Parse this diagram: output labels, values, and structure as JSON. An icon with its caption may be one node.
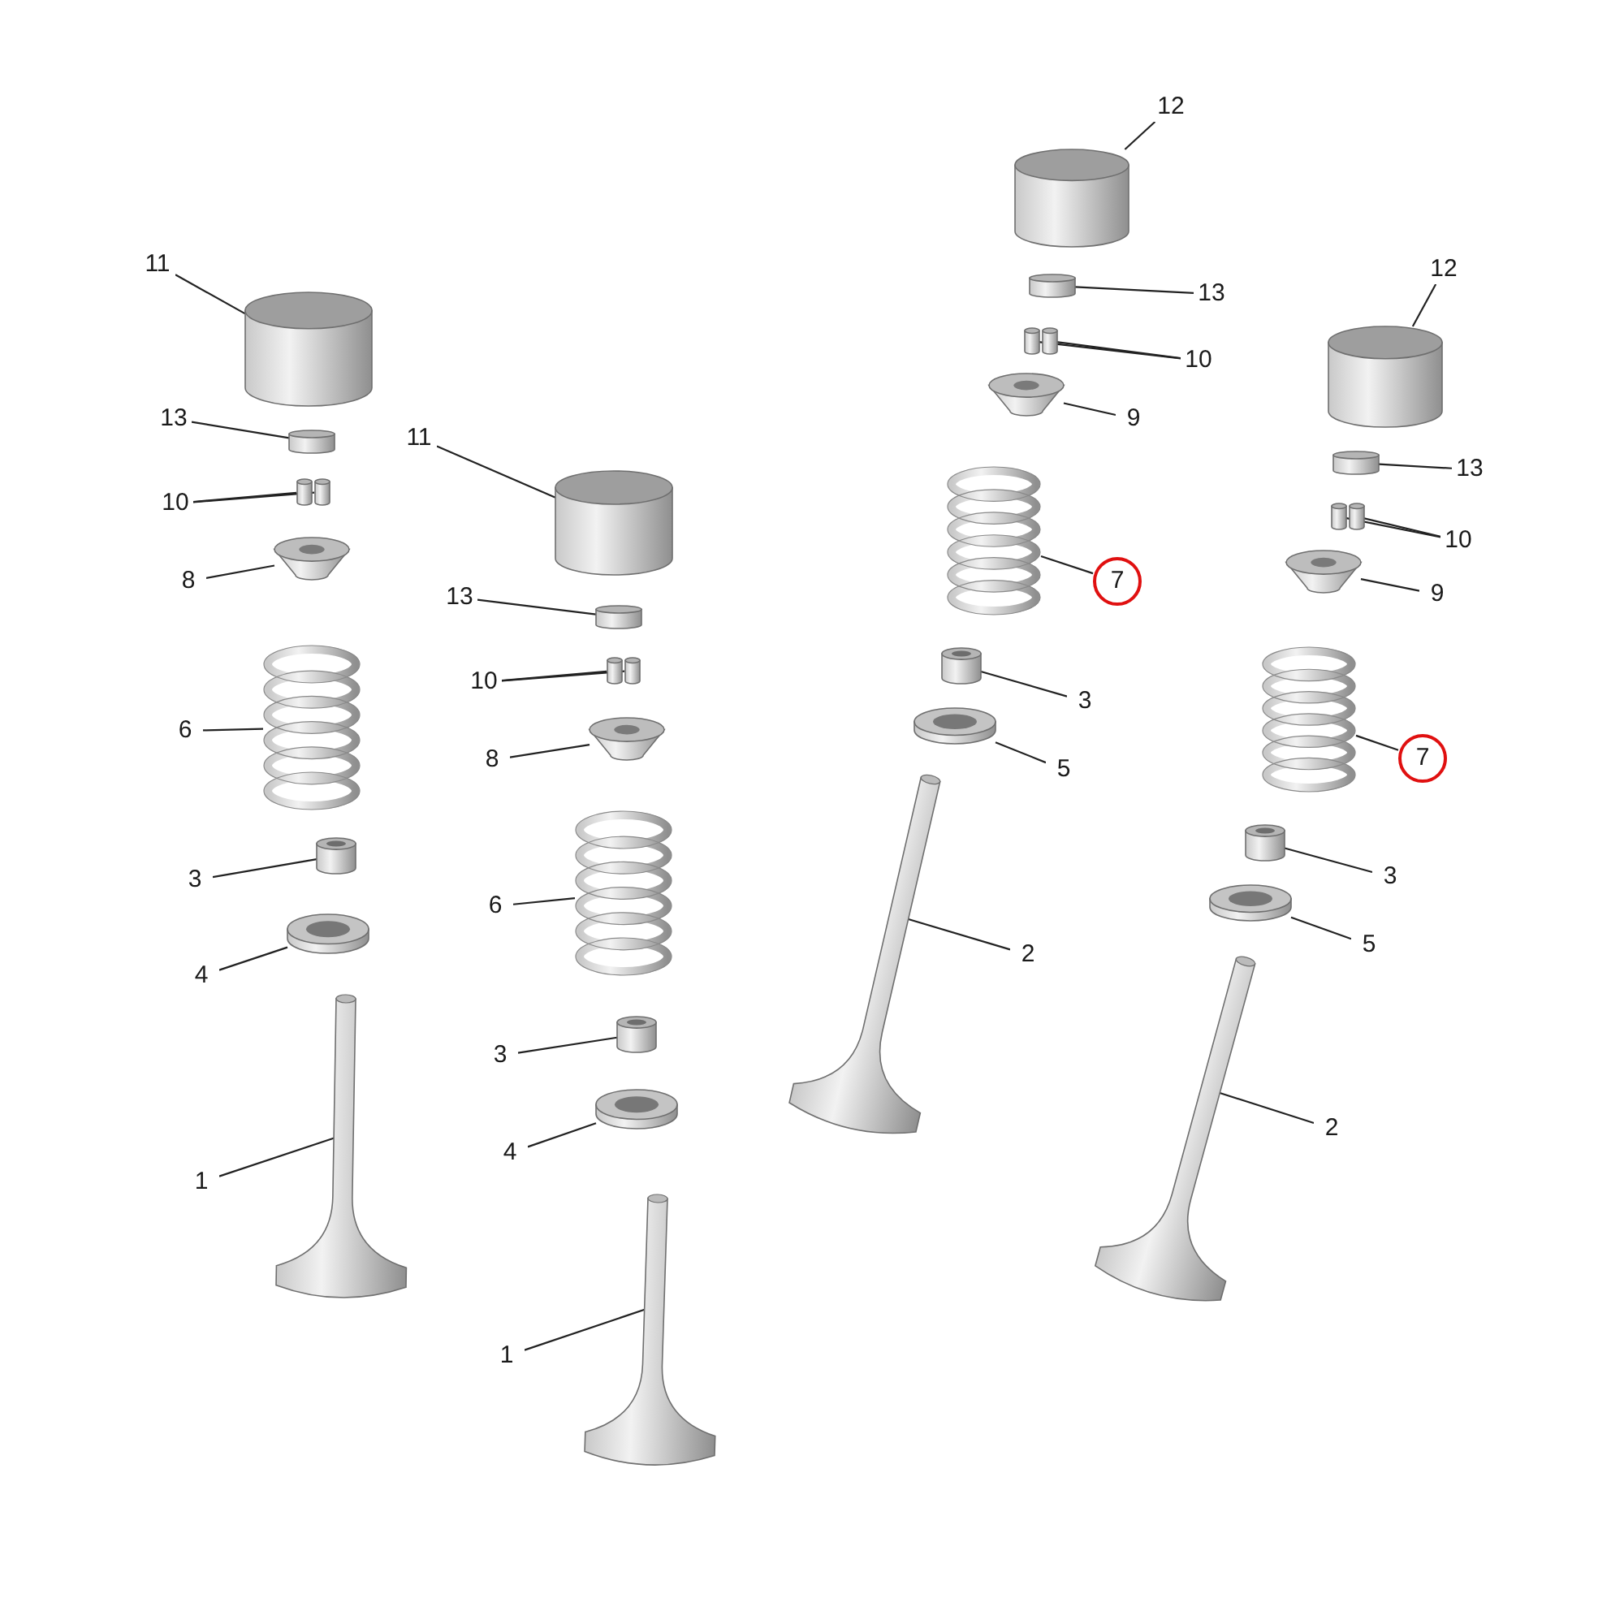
{
  "diagram": {
    "nodes": [
      {
        "text": [
          "11"
        ]
      },
      {
        "text": [],
        "shape": "picture"
      },
      {
        "text": [
          "13"
        ]
      },
      {
        "text": [],
        "shape": "picture"
      },
      {
        "text": [
          "10"
        ]
      },
      {
        "text": [],
        "shape": "picture"
      },
      {
        "text": [],
        "shape": "picture"
      },
      {
        "text": [
          "8"
        ]
      },
      {
        "text": [],
        "shape": "picture"
      },
      {
        "text": [
          "6"
        ]
      },
      {
        "text": [],
        "shape": "picture"
      },
      {
        "text": [
          "3"
        ]
      },
      {
        "text": [],
        "shape": "picture"
      },
      {
        "text": [
          "4"
        ]
      },
      {
        "text": [],
        "shape": "picture"
      },
      {
        "text": [
          "1"
        ]
      },
      {
        "text": [],
        "shape": "picture"
      },
      {
        "text": [
          "11"
        ]
      },
      {
        "text": [],
        "shape": "picture"
      },
      {
        "text": [
          "13"
        ]
      },
      {
        "text": [],
        "shape": "picture"
      },
      {
        "text": [
          "10"
        ]
      },
      {
        "text": [],
        "shape": "picture"
      },
      {
        "text": [],
        "shape": "picture"
      },
      {
        "text": [
          "8"
        ]
      },
      {
        "text": [],
        "shape": "picture"
      },
      {
        "text": [
          "6"
        ]
      },
      {
        "text": [],
        "shape": "picture"
      },
      {
        "text": [
          "3"
        ]
      },
      {
        "text": [],
        "shape": "picture"
      },
      {
        "text": [
          "4"
        ]
      },
      {
        "text": [],
        "shape": "picture"
      },
      {
        "text": [
          "1"
        ]
      },
      {
        "text": [],
        "shape": "picture"
      },
      {
        "text": [
          "12"
        ]
      },
      {
        "text": [],
        "shape": "picture"
      },
      {
        "text": [
          "13"
        ]
      },
      {
        "text": [],
        "shape": "picture"
      },
      {
        "text": [
          "10"
        ]
      },
      {
        "text": [],
        "shape": "picture"
      },
      {
        "text": [],
        "shape": "picture"
      },
      {
        "text": [
          "9"
        ]
      },
      {
        "text": [],
        "shape": "picture"
      },
      {
        "text": [
          "7"
        ]
      },
      {
        "text": [],
        "shape": "picture"
      },
      {
        "text": [
          "3"
        ]
      },
      {
        "text": [],
        "shape": "picture"
      },
      {
        "text": [
          "5"
        ]
      },
      {
        "text": [],
        "shape": "picture"
      },
      {
        "text": [
          "2"
        ]
      },
      {
        "text": [],
        "shape": "picture"
      },
      {
        "text": [
          "12"
        ]
      },
      {
        "text": [],
        "shape": "picture"
      },
      {
        "text": [
          "13"
        ]
      },
      {
        "text": [],
        "shape": "picture"
      },
      {
        "text": [
          "10"
        ]
      },
      {
        "text": [],
        "shape": "picture"
      },
      {
        "text": [],
        "shape": "picture"
      },
      {
        "text": [
          "9"
        ]
      },
      {
        "text": [],
        "shape": "picture"
      },
      {
        "text": [
          "7"
        ]
      },
      {
        "text": [],
        "shape": "picture"
      },
      {
        "text": [
          "3"
        ]
      },
      {
        "text": [],
        "shape": "picture"
      },
      {
        "text": [
          "5"
        ]
      },
      {
        "text": [],
        "shape": "picture"
      },
      {
        "text": [
          "2"
        ]
      },
      {
        "text": [],
        "shape": "picture"
      }
    ],
    "edges": [
      {
        "from": 0,
        "to": 1,
        "arrow": "none"
      },
      {
        "from": 2,
        "to": 3,
        "arrow": "none"
      },
      {
        "from": 4,
        "to": 5,
        "arrow": "none"
      },
      {
        "from": 4,
        "to": 6,
        "arrow": "none"
      },
      {
        "from": 7,
        "to": 8,
        "arrow": "none"
      },
      {
        "from": 9,
        "to": 10,
        "arrow": "none"
      },
      {
        "from": 11,
        "to": 12,
        "arrow": "none"
      },
      {
        "from": 13,
        "to": 14,
        "arrow": "none"
      },
      {
        "from": 15,
        "to": 16,
        "arrow": "none"
      },
      {
        "from": 17,
        "to": 18,
        "arrow": "none"
      },
      {
        "from": 19,
        "to": 20,
        "arrow": "none"
      },
      {
        "from": 21,
        "to": 22,
        "arrow": "none"
      },
      {
        "from": 21,
        "to": 23,
        "arrow": "none"
      },
      {
        "from": 24,
        "to": 25,
        "arrow": "none"
      },
      {
        "from": 26,
        "to": 27,
        "arrow": "none"
      },
      {
        "from": 28,
        "to": 29,
        "arrow": "none"
      },
      {
        "from": 30,
        "to": 31,
        "arrow": "none"
      },
      {
        "from": 32,
        "to": 33,
        "arrow": "none"
      },
      {
        "from": 34,
        "to": 35,
        "arrow": "none"
      },
      {
        "from": 36,
        "to": 37,
        "arrow": "none"
      },
      {
        "from": 38,
        "to": 39,
        "arrow": "none"
      },
      {
        "from": 38,
        "to": 40,
        "arrow": "none"
      },
      {
        "from": 41,
        "to": 42,
        "arrow": "none"
      },
      {
        "from": 43,
        "to": 44,
        "arrow": "none"
      },
      {
        "from": 45,
        "to": 46,
        "arrow": "none"
      },
      {
        "from": 47,
        "to": 48,
        "arrow": "none"
      },
      {
        "from": 49,
        "to": 50,
        "arrow": "none"
      },
      {
        "from": 51,
        "to": 52,
        "arrow": "none"
      },
      {
        "from": 53,
        "to": 54,
        "arrow": "none"
      },
      {
        "from": 55,
        "to": 56,
        "arrow": "none"
      },
      {
        "from": 55,
        "to": 57,
        "arrow": "none"
      },
      {
        "from": 58,
        "to": 59,
        "arrow": "none"
      },
      {
        "from": 60,
        "to": 61,
        "arrow": "none"
      },
      {
        "from": 62,
        "to": 63,
        "arrow": "none"
      },
      {
        "from": 64,
        "to": 65,
        "arrow": "none"
      },
      {
        "from": 66,
        "to": 67,
        "arrow": "none"
      }
    ]
  }
}
